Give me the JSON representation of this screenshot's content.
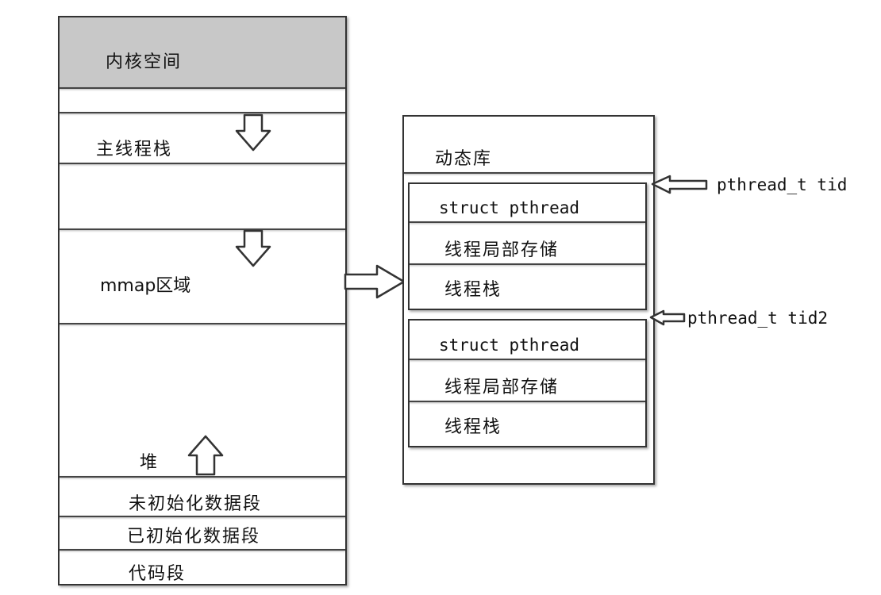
{
  "process_space": {
    "kernel_space": "内核空间",
    "main_thread_stack": "主线程栈",
    "mmap_region": "mmap区域",
    "heap": "堆",
    "bss_segment": "未初始化数据段",
    "data_segment": "已初始化数据段",
    "code_segment": "代码段"
  },
  "dynamic_library": {
    "title": "动态库",
    "threads": [
      {
        "struct_label": "struct pthread",
        "tls_label": "线程局部存储",
        "stack_label": "线程栈",
        "tid_label": "pthread_t tid"
      },
      {
        "struct_label": "struct pthread",
        "tls_label": "线程局部存储",
        "stack_label": "线程栈",
        "tid_label": "pthread_t tid2"
      }
    ]
  },
  "colors": {
    "kernel_fill": "#c8c8c8",
    "border": "#333333",
    "background": "#ffffff"
  }
}
